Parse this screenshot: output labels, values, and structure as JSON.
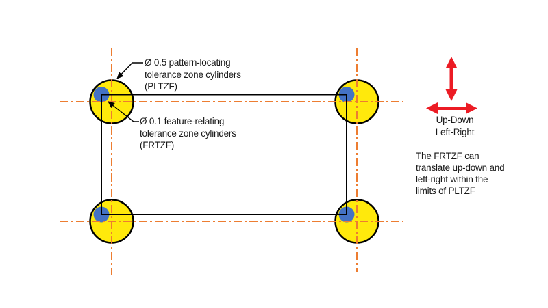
{
  "colors": {
    "background": "#FFFFFF",
    "pltzf_yellow": "#FFE90C",
    "frtzf_blue": "#4472C4",
    "centerline_orange": "#ED7D31",
    "translation_arrow_red": "#EC1B24",
    "outline_black": "#000000",
    "text_color": "#1A1A1A"
  },
  "labels": {
    "pltzf": {
      "lines": [
        "Ø 0.5 pattern-locating",
        "tolerance zone cylinders",
        "(PLTZF)"
      ]
    },
    "frtzf": {
      "lines": [
        "Ø 0.1 feature-relating",
        "tolerance zone cylinders",
        "(FRTZF)"
      ]
    },
    "translation": {
      "lines": [
        "Up-Down",
        "Left-Right"
      ]
    },
    "note": {
      "lines": [
        "The FRTZF can",
        "translate up-down and",
        "left-right within the",
        "limits of PLTZF"
      ]
    }
  }
}
